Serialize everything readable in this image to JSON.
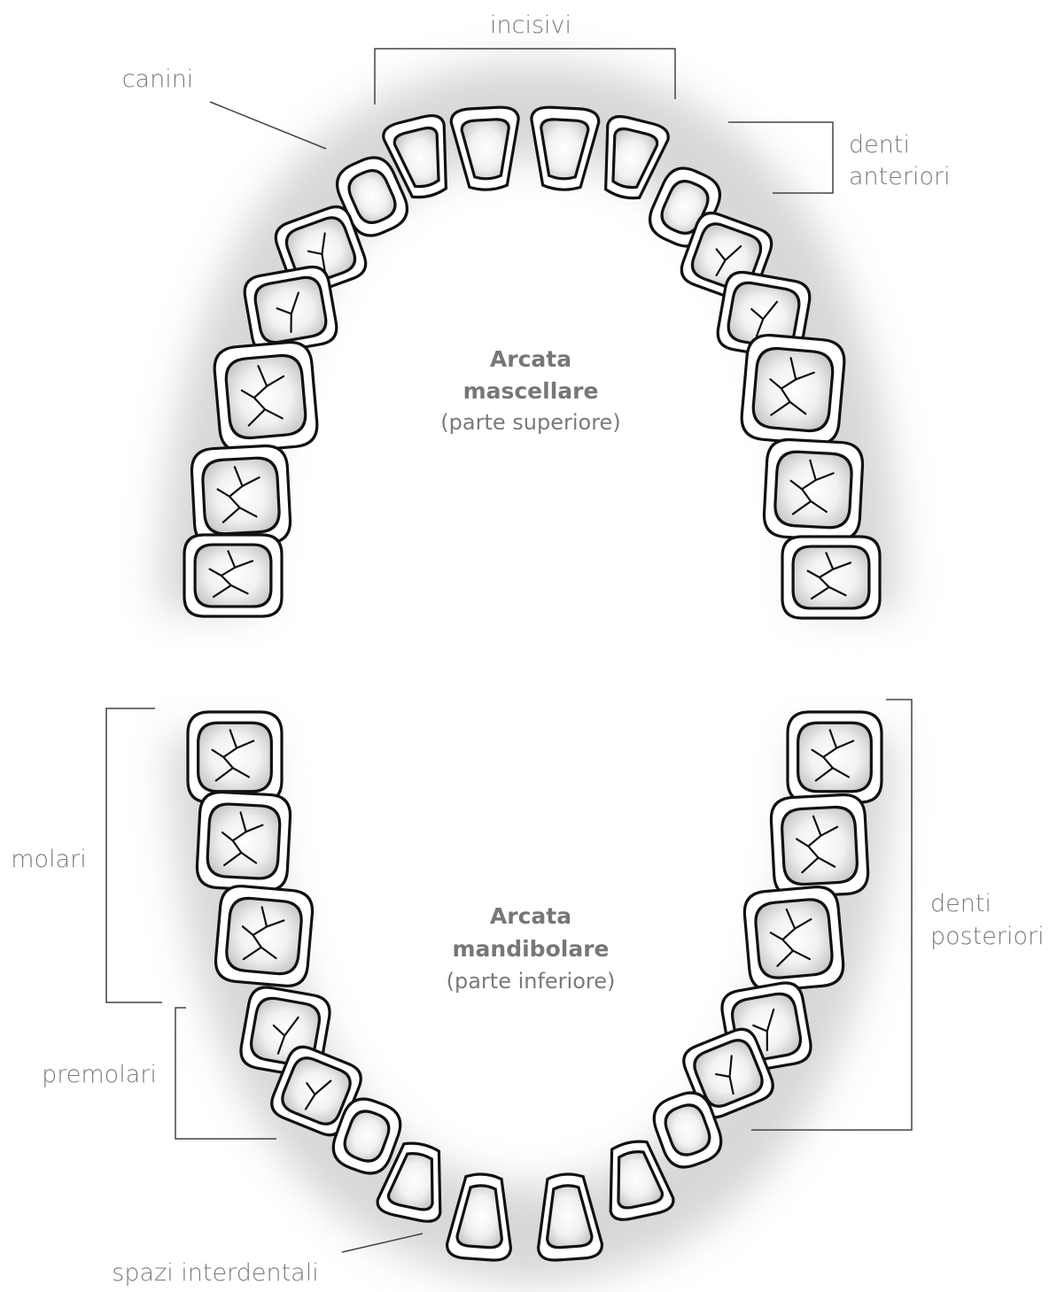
{
  "labels": {
    "incisivi": "incisivi",
    "canini": "canini",
    "denti_anteriori_1": "denti",
    "denti_anteriori_2": "anteriori",
    "molari": "molari",
    "premolari": "premolari",
    "denti_posteriori_1": "denti",
    "denti_posteriori_2": "posteriori",
    "spazi_interdentali": "spazi interdentali"
  },
  "upper_arch": {
    "title_line1": "Arcata",
    "title_line2": "mascellare",
    "subtitle": "(parte superiore)"
  },
  "lower_arch": {
    "title_line1": "Arcata",
    "title_line2": "mandibolare",
    "subtitle": "(parte inferiore)"
  },
  "colors": {
    "label_text": "#7a7a7a",
    "title_text": "#777777",
    "outline": "#111111",
    "crown_light": "#ffffff",
    "crown_dark": "#c8c8c8",
    "shadow": "#bdbdbd"
  }
}
